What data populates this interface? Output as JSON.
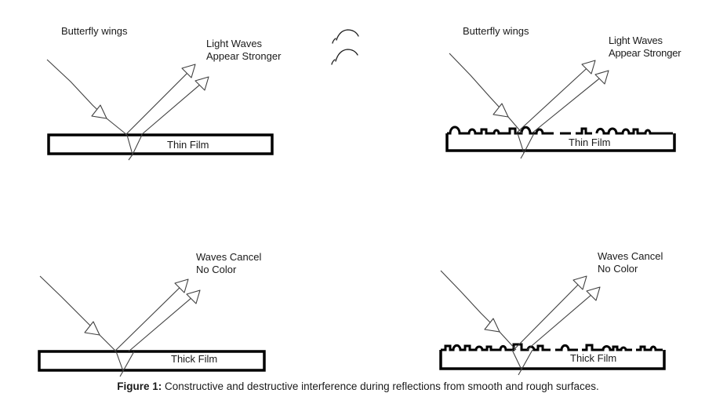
{
  "colors": {
    "ink": "#1a1a1a",
    "ray": "#404040",
    "film_border": "#000000",
    "background": "#ffffff"
  },
  "caption": {
    "label": "Figure 1:",
    "text": "Constructive and destructive interference during reflections from smooth and rough surfaces."
  },
  "panels": {
    "top_left": {
      "source_label": "Butterfly wings",
      "result_label_line1": "Light Waves",
      "result_label_line2": "Appear Stronger",
      "film_label": "Thin Film",
      "surface": "smooth"
    },
    "top_right": {
      "source_label": "Butterfly wings",
      "result_label_line1": "Light Waves",
      "result_label_line2": "Appear Stronger",
      "film_label": "Thin Film",
      "surface": "rough"
    },
    "bottom_left": {
      "result_label_line1": "Waves Cancel",
      "result_label_line2": "No Color",
      "film_label": "Thick Film",
      "surface": "smooth"
    },
    "bottom_right": {
      "result_label_line1": "Waves Cancel",
      "result_label_line2": "No Color",
      "film_label": "Thick Film",
      "surface": "rough"
    }
  }
}
